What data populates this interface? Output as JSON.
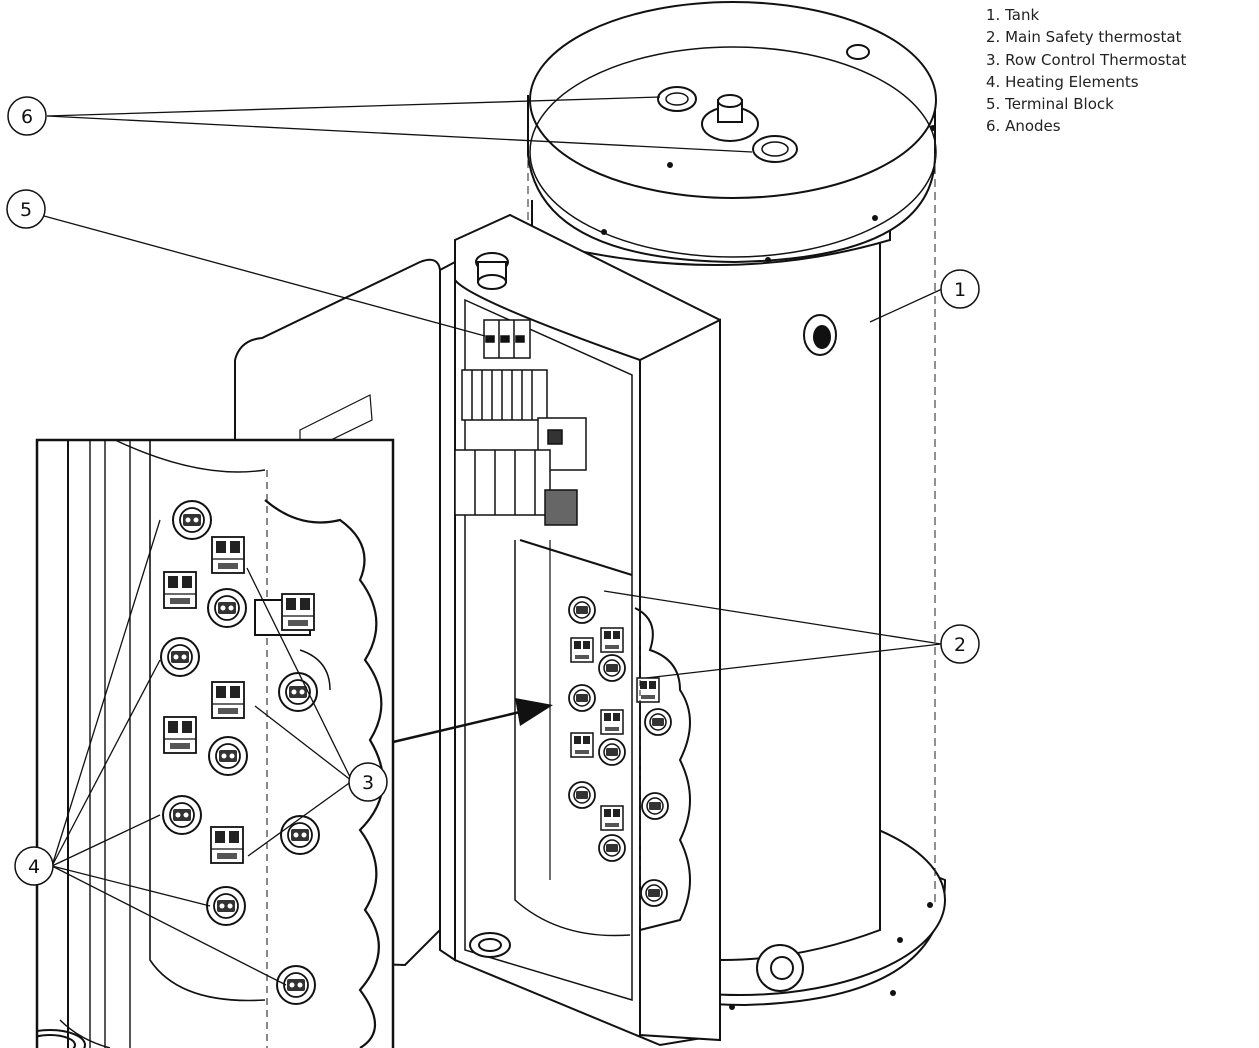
{
  "legend": {
    "items": [
      {
        "label": "1. Tank"
      },
      {
        "label": "2. Main Safety thermostat"
      },
      {
        "label": "3. Row Control Thermostat"
      },
      {
        "label": "4. Heating Elements"
      },
      {
        "label": "5. Terminal Block"
      },
      {
        "label": "6. Anodes"
      }
    ]
  },
  "callouts": {
    "c1": "1",
    "c2": "2",
    "c3": "3",
    "c4": "4",
    "c5": "5",
    "c6": "6"
  }
}
